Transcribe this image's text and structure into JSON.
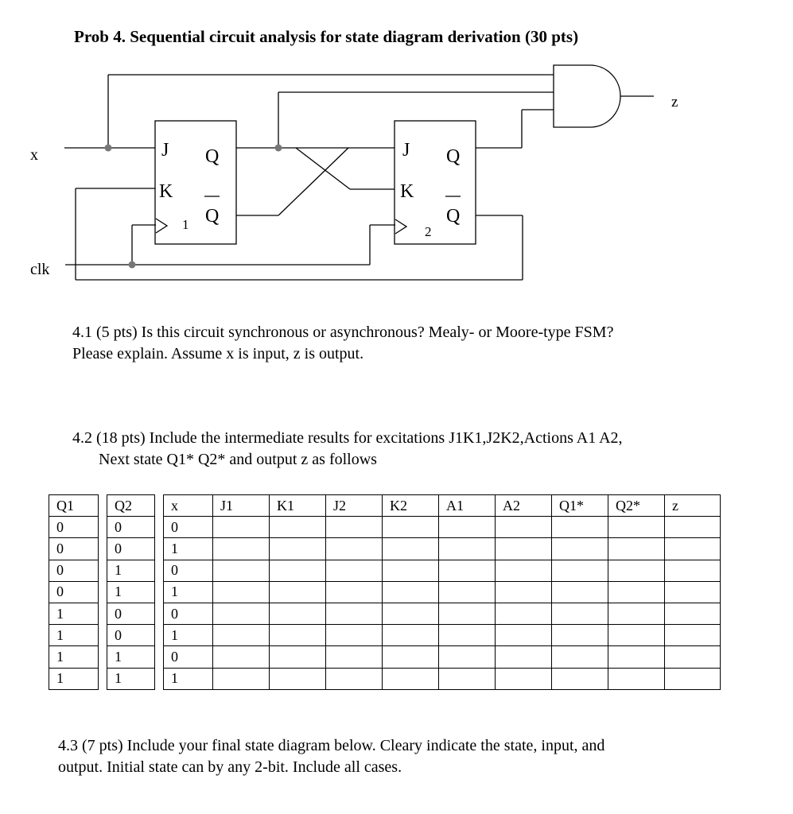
{
  "title": "Prob 4. Sequential circuit analysis for state diagram derivation (30 pts)",
  "circuit": {
    "input_label": "x",
    "clock_label": "clk",
    "output_label": "z",
    "ff1": {
      "j": "J",
      "k": "K",
      "q": "Q",
      "qbar": "Q",
      "number": "1"
    },
    "ff2": {
      "j": "J",
      "k": "K",
      "q": "Q",
      "qbar": "Q",
      "number": "2"
    }
  },
  "q41": {
    "line1": "4.1 (5 pts) Is this circuit synchronous or asynchronous? Mealy- or Moore-type FSM?",
    "line2": "Please explain. Assume x is input, z is output."
  },
  "q42": {
    "line1": "4.2 (18 pts) Include the intermediate results for excitations J1K1,J2K2,Actions A1 A2,",
    "line2": "Next state Q1* Q2* and output z as follows"
  },
  "table": {
    "headers": [
      "Q1",
      "Q2",
      "x",
      "J1",
      "K1",
      "J2",
      "K2",
      "A1",
      "A2",
      "Q1*",
      "Q2*",
      "z"
    ],
    "rows": [
      [
        "0",
        "0",
        "0"
      ],
      [
        "0",
        "0",
        "1"
      ],
      [
        "0",
        "1",
        "0"
      ],
      [
        "0",
        "1",
        "1"
      ],
      [
        "1",
        "0",
        "0"
      ],
      [
        "1",
        "0",
        "1"
      ],
      [
        "1",
        "1",
        "0"
      ],
      [
        "1",
        "1",
        "1"
      ]
    ]
  },
  "q43": {
    "line1": "4.3 (7 pts) Include your final state diagram below. Cleary indicate the state, input, and",
    "line2": "output. Initial state can by any 2-bit. Include all cases."
  }
}
